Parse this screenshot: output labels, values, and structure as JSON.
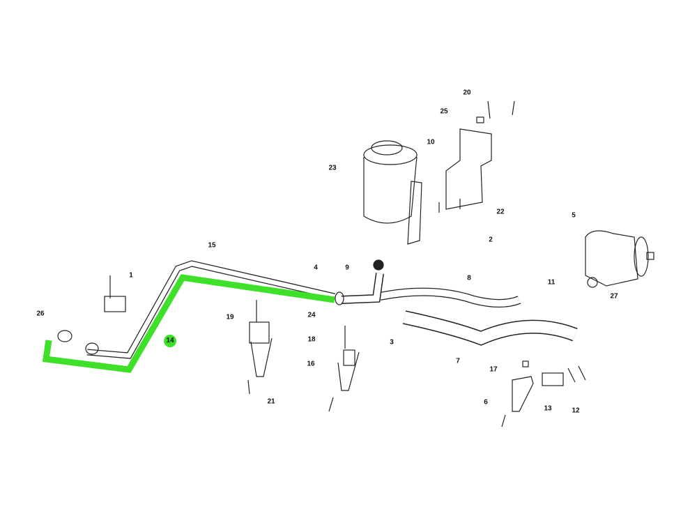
{
  "colors": {
    "highlight": "#3fe02a",
    "line": "#222222"
  },
  "selected_part": "14",
  "labels": [
    "1",
    "2",
    "3",
    "4",
    "5",
    "6",
    "7",
    "8",
    "9",
    "10",
    "11",
    "12",
    "13",
    "14",
    "15",
    "16",
    "17",
    "18",
    "19",
    "20",
    "21",
    "22",
    "23",
    "24",
    "25",
    "26",
    "27"
  ]
}
